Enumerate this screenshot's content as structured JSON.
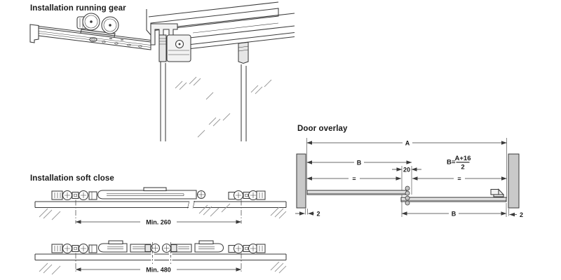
{
  "sections": {
    "running_gear": {
      "title": "Installation running gear"
    },
    "soft_close": {
      "title": "Installation soft close",
      "rows": [
        {
          "dimension": "Min. 260"
        },
        {
          "dimension": "Min. 480"
        }
      ]
    },
    "door_overlay": {
      "title": "Door overlay",
      "labels": {
        "width_a": "A",
        "width_b_top": "B",
        "overlap": "20",
        "equal_left": "=",
        "equal_right": "=",
        "formula_lhs": "B=",
        "formula_numerator": "A+16",
        "formula_denominator": "2",
        "width_b_bottom": "B",
        "gap_left": "2",
        "gap_right": "2"
      }
    }
  },
  "colors": {
    "line": "#3a3a3a",
    "text": "#1a1a1a",
    "panel_fill": "#c9c9c9",
    "metal_fill": "#e6e6e6",
    "glass_hatch": "#979797",
    "background": "#ffffff"
  }
}
